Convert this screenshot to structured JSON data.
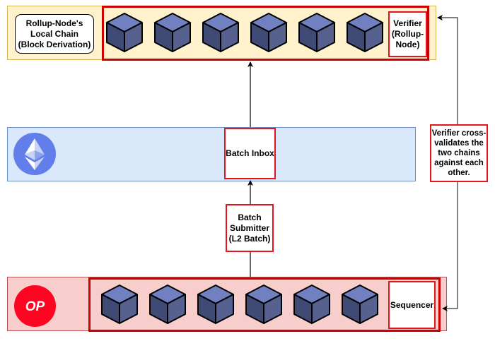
{
  "diagram": {
    "top_layer": {
      "label": "Rollup-Node's Local Chain (Block Derivation)",
      "label_lines": [
        "Rollup-Node's",
        "Local Chain",
        "(Block Derivation)"
      ],
      "node": "Verifier (Rollup-Node)",
      "node_lines": [
        "Verifier",
        "(Rollup-",
        "Node)"
      ],
      "block_count": 6,
      "icon": "block-cube-icon"
    },
    "l1_layer": {
      "logo": "ethereum-logo-icon",
      "node": "Batch Inbox"
    },
    "submitter": {
      "label": "Batch Submitter (L2 Batch)",
      "label_lines": [
        "Batch",
        "Submitter",
        "(L2 Batch)"
      ]
    },
    "l2_layer": {
      "logo": "optimism-logo-icon",
      "logo_text": "OP",
      "node": "Sequencer",
      "block_count": 6,
      "icon": "block-cube-icon"
    },
    "annotation": {
      "text": "Verifier cross-validates the two chains against each other.",
      "lines": [
        "Verifier cross-",
        "validates the",
        "two chains",
        "against each",
        "other."
      ]
    },
    "colors": {
      "top_band_fill": "#fff2cc",
      "top_band_border": "#d6b656",
      "eth_band_fill": "#dae8fc",
      "eth_band_border": "#6c8ebf",
      "op_band_fill": "#f8cecc",
      "op_band_border": "#b85450",
      "chain_border": "#cc0000",
      "node_border": "#e3141b",
      "cube_top": "#7080c0",
      "cube_left": "#3f4a75",
      "cube_right": "#56618f",
      "eth_circle": "#627eea",
      "op_circle": "#ff0420"
    }
  }
}
